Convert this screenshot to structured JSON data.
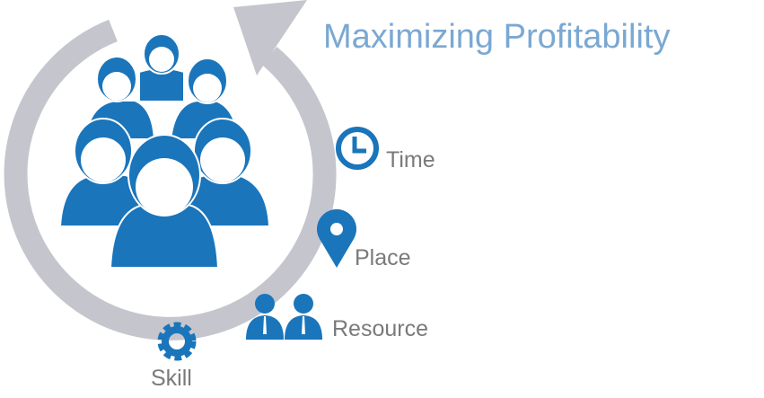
{
  "title": "Maximizing Profitability",
  "items": [
    {
      "label": "Time",
      "icon": "clock-icon"
    },
    {
      "label": "Place",
      "icon": "map-pin-icon"
    },
    {
      "label": "Resource",
      "icon": "two-people-icon"
    },
    {
      "label": "Skill",
      "icon": "gear-icon"
    }
  ],
  "colors": {
    "blue": "#1a75bb",
    "ring": "#c5c5cd",
    "title": "#7aa8d2",
    "label": "#7a7a7a"
  }
}
